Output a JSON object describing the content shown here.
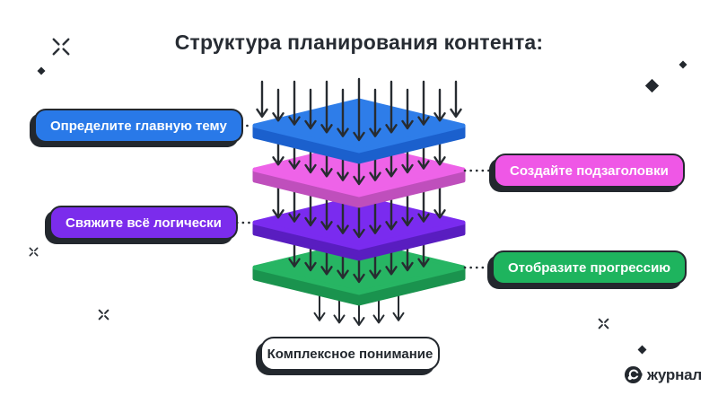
{
  "title": "Структура планирования контента:",
  "callouts": [
    {
      "text": "Определите главную тему",
      "color": "#2979e8",
      "side": "left"
    },
    {
      "text": "Создайте подзаголовки",
      "color": "#ef57e6",
      "side": "right"
    },
    {
      "text": "Свяжите всё логически",
      "color": "#7b2cec",
      "side": "left"
    },
    {
      "text": "Отобразите прогрессию",
      "color": "#1eb45e",
      "side": "right"
    }
  ],
  "result_label": {
    "text": "Комплексное понимание",
    "color": "#ffffff"
  },
  "stack": {
    "layers": [
      {
        "name": "topic-layer",
        "top_color": "#2e7de9",
        "side_color": "#1b60cd"
      },
      {
        "name": "subheadings-layer",
        "top_color": "#ee63e8",
        "side_color": "#bf4fbc"
      },
      {
        "name": "logic-layer",
        "top_color": "#7a2bef",
        "side_color": "#591dc0"
      },
      {
        "name": "progression-layer",
        "top_color": "#27b563",
        "side_color": "#1a934e"
      }
    ]
  },
  "logo": {
    "text": "журнал"
  },
  "colors": {
    "ink": "#272c31",
    "background": "#ffffff"
  }
}
